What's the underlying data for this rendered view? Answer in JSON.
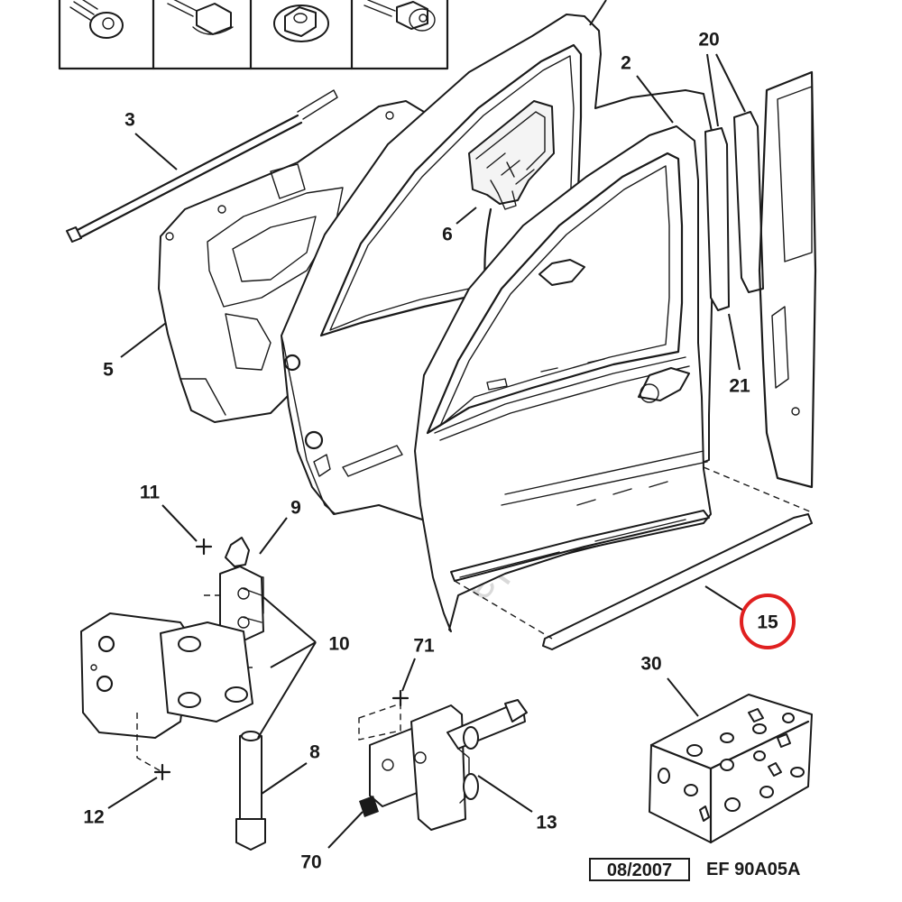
{
  "callouts": {
    "c2": "2",
    "c3": "3",
    "c5": "5",
    "c6": "6",
    "c8": "8",
    "c9": "9",
    "c10": "10",
    "c11": "11",
    "c12": "12",
    "c13": "13",
    "c15": "15",
    "c20": "20",
    "c21": "21",
    "c30": "30",
    "c70": "70",
    "c71": "71"
  },
  "footer": {
    "date": "08/2007",
    "code": "EF 90A05A"
  },
  "watermark": "eparisparts.com",
  "colors": {
    "line": "#1a1a1a",
    "highlight": "#e02020",
    "background": "#ffffff"
  }
}
